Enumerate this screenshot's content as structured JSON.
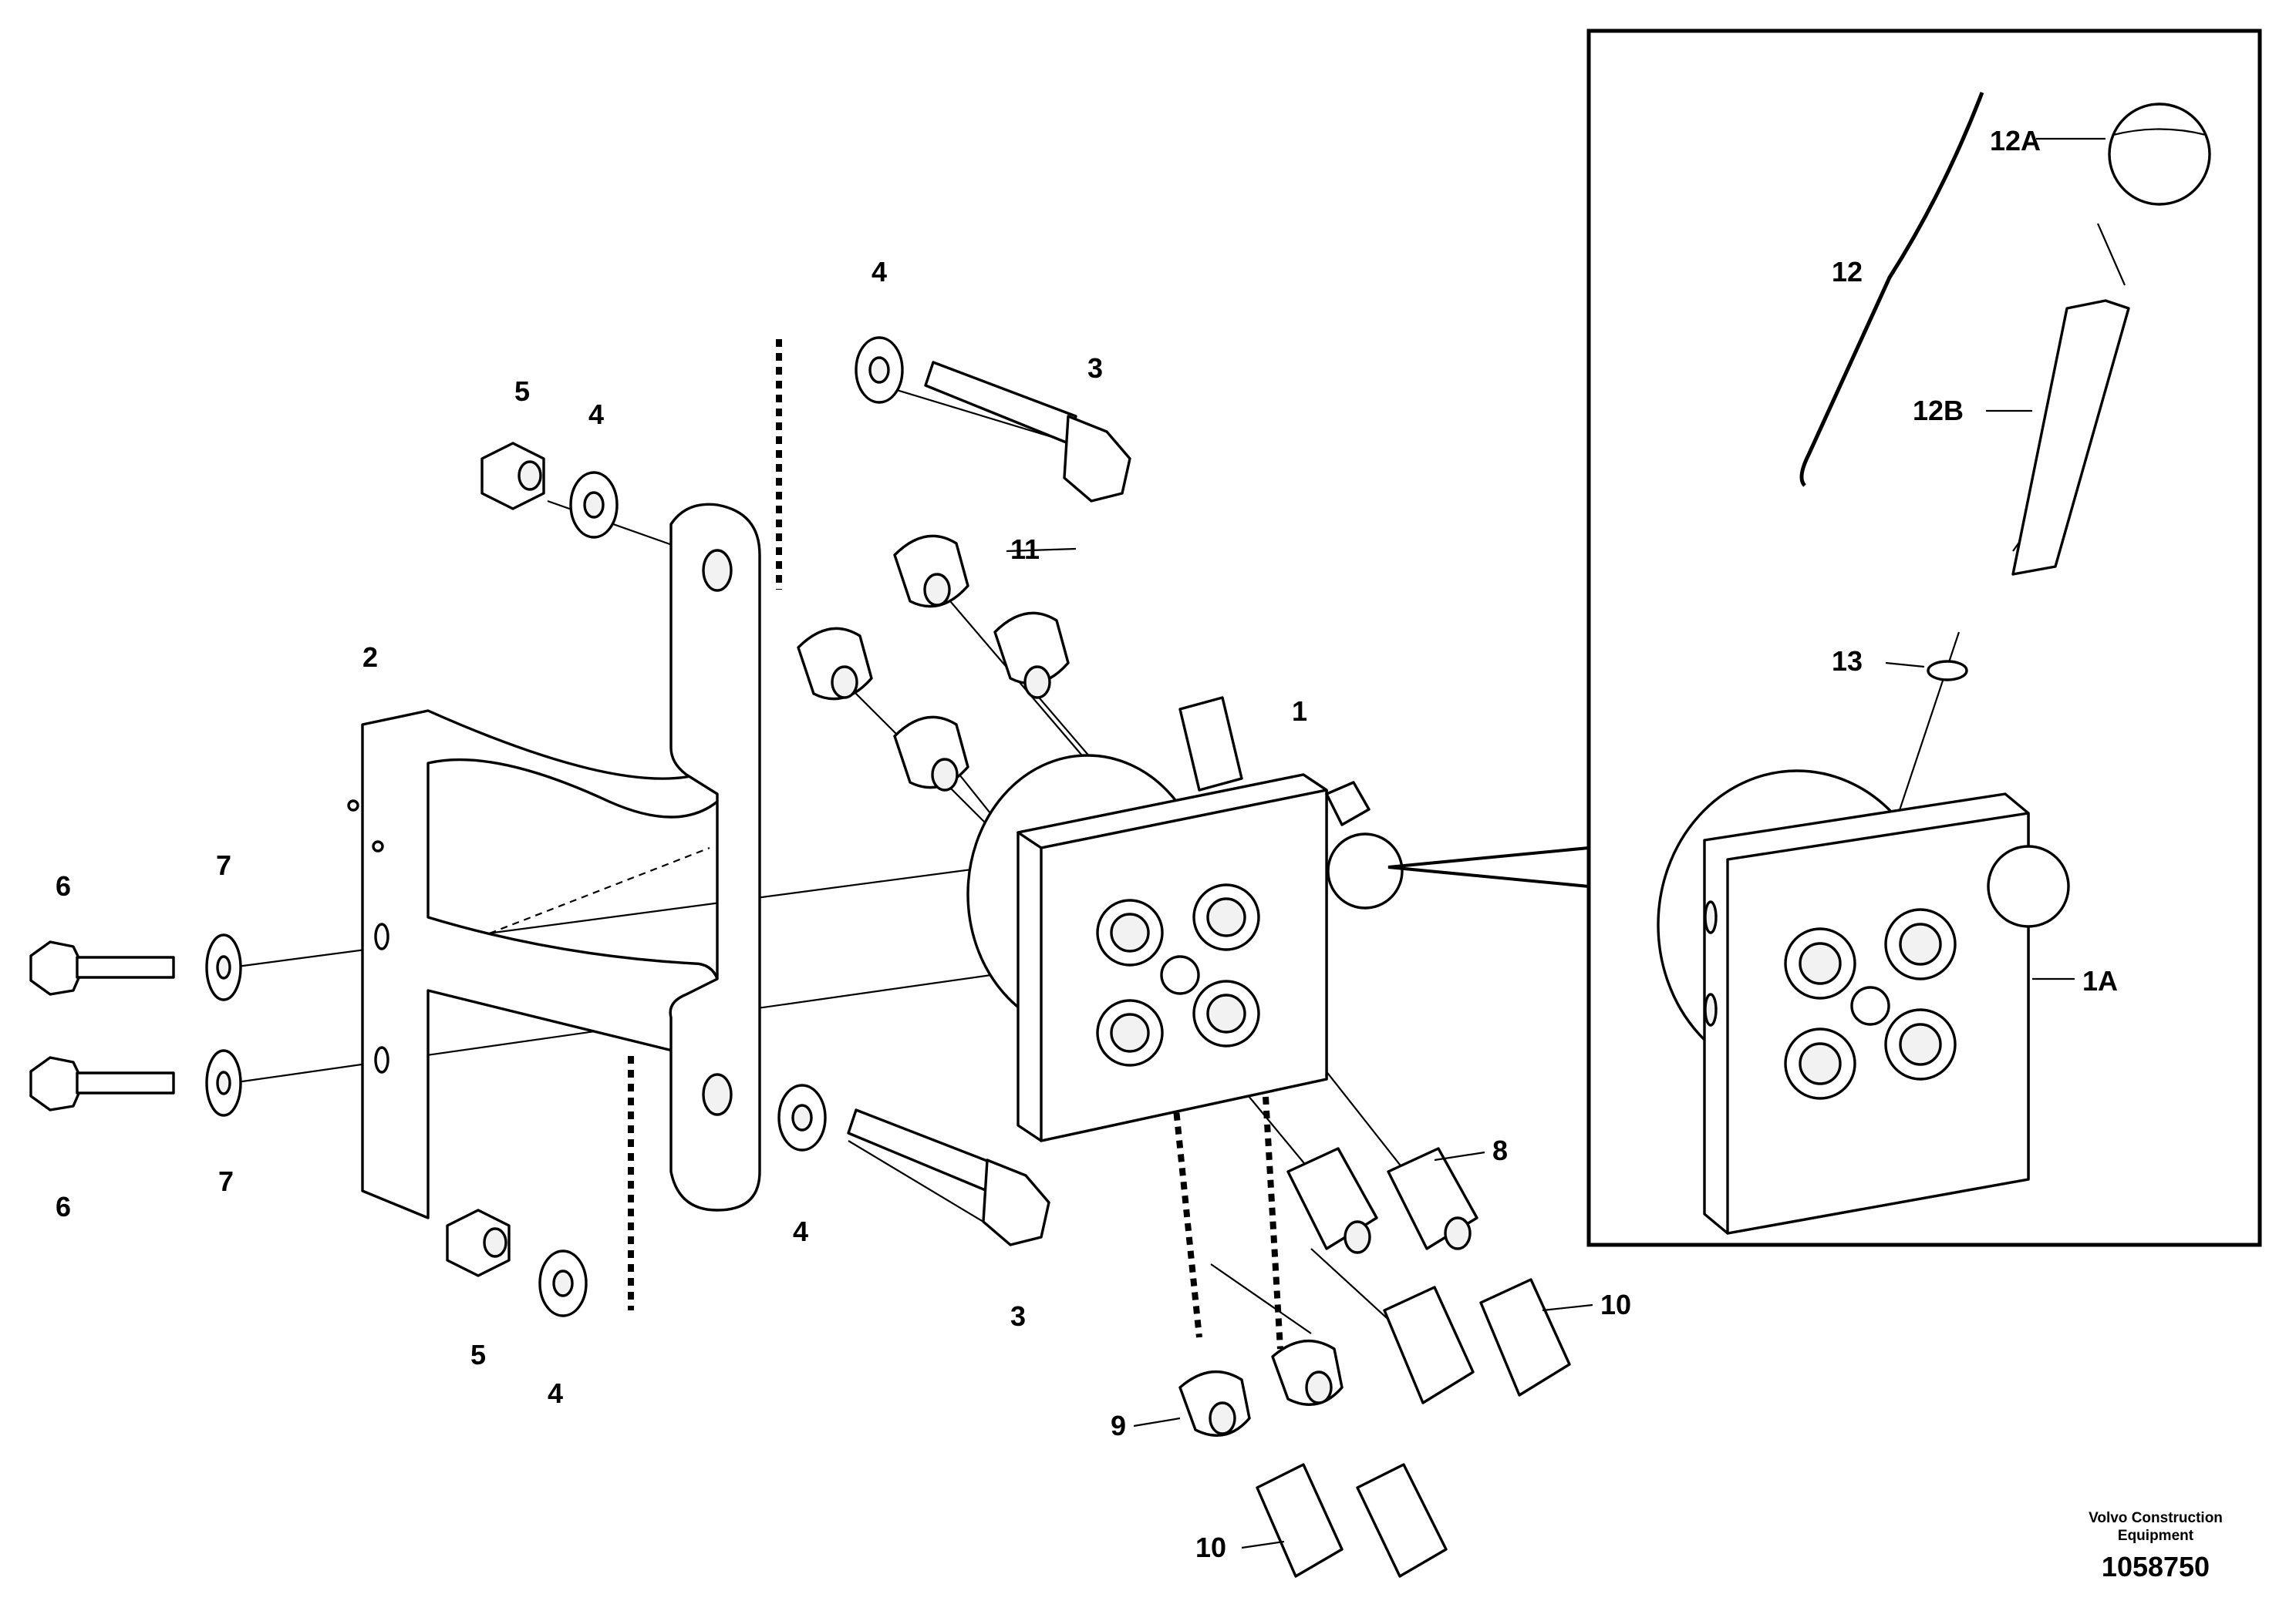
{
  "callouts": {
    "c1": "1",
    "c1a": "1A",
    "c2": "2",
    "c3": "3",
    "c4": "4",
    "c5": "5",
    "c6": "6",
    "c7": "7",
    "c8": "8",
    "c9": "9",
    "c10": "10",
    "c11": "11",
    "c12": "12",
    "c12a": "12A",
    "c12b": "12B",
    "c13": "13"
  },
  "footer": {
    "brand_line1": "Volvo Construction",
    "brand_line2": "Equipment",
    "doc_number": "1058750"
  }
}
